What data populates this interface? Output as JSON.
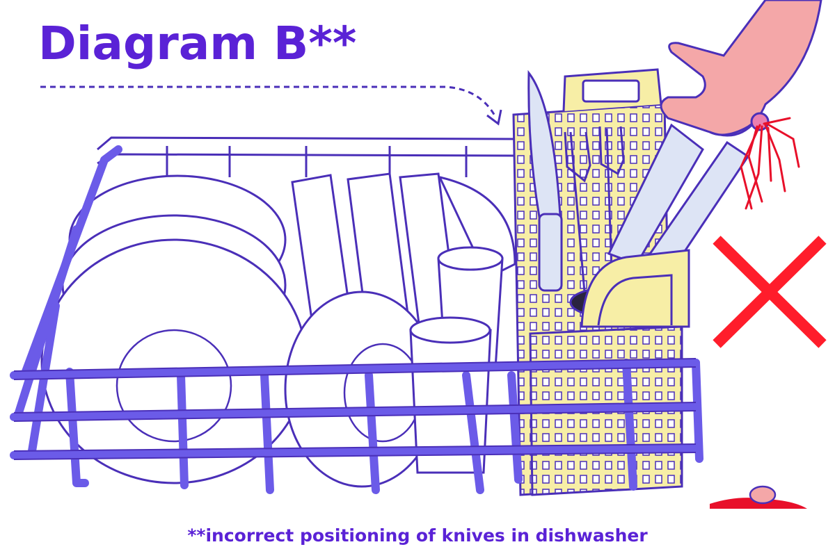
{
  "title": "Diagram B**",
  "caption": "**incorrect positioning of knives in dishwasher",
  "colors": {
    "text": "#5a22d6",
    "rack": "#6b5be8",
    "outline": "#4a2fb8",
    "basket": "#f7eea6",
    "blade": "#dde4f5",
    "hand": "#f4a7a8",
    "blood": "#e8102a",
    "cross": "#ff1d2b"
  },
  "icons": [
    "dish-rack",
    "cutlery-basket",
    "knife",
    "fork",
    "hand",
    "blood-splash",
    "red-cross-icon",
    "severed-fingertip"
  ]
}
